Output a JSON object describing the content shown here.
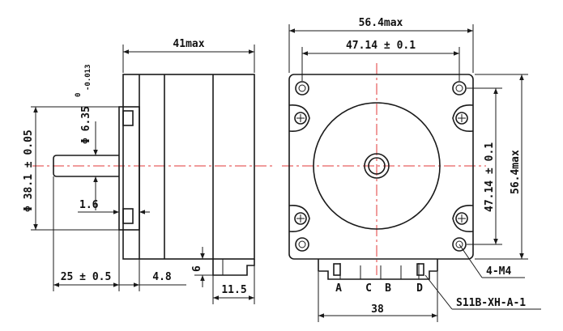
{
  "dimensions": {
    "side_length_max": "41max",
    "shaft_dia": "Φ 6.35",
    "shaft_tol_upper": "0",
    "shaft_tol_lower": "-0.013",
    "boss_dia": "Φ 38.1 ± 0.05",
    "flange_thickness": "1.6",
    "shaft_length": "25 ± 0.5",
    "boss_length": "4.8",
    "connector_height": "6",
    "connector_depth": "11.5",
    "frame_width_max": "56.4max",
    "hole_spacing_h": "47.14 ± 0.1",
    "hole_spacing_v": "47.14 ± 0.1",
    "frame_height_max": "56.4max",
    "mount_holes": "4-M4",
    "connector_width": "38",
    "connector_model": "S11B-XH-A-1"
  },
  "pins": [
    "A",
    "C",
    "B",
    "D"
  ],
  "colors": {
    "line": "#1a1a1a",
    "centerline": "#e03a3a"
  }
}
